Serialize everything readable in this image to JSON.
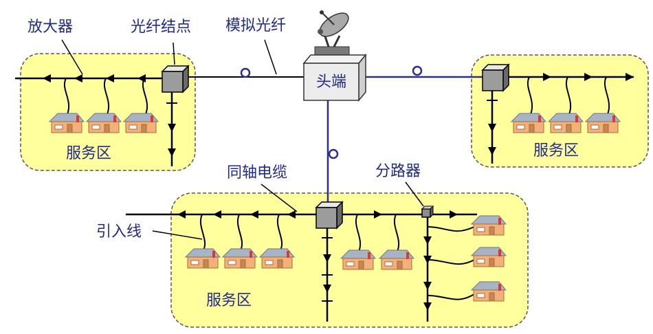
{
  "labels": {
    "amplifier": "放大器",
    "fiber_node": "光纤结点",
    "analog_fiber": "模拟光纤",
    "headend": "头端",
    "coax_cable": "同轴电缆",
    "splitter": "分路器",
    "drop_line": "引入线",
    "service_area_left": "服务区",
    "service_area_right": "服务区",
    "service_area_bottom": "服务区"
  },
  "colors": {
    "area_fill": "#ffff9e",
    "fiber_line": "#2c2c8c",
    "cable_line": "#000000",
    "label_text": "#1f2a8c",
    "house_wall": "#f3b17a",
    "house_roof": "#a8b3c4",
    "house_chimney": "#e0382c"
  },
  "icons": [
    "satellite-dish-icon",
    "house-icon",
    "fiber-node-icon",
    "splitter-icon",
    "amplifier-arrow-icon",
    "fiber-ring-icon"
  ]
}
